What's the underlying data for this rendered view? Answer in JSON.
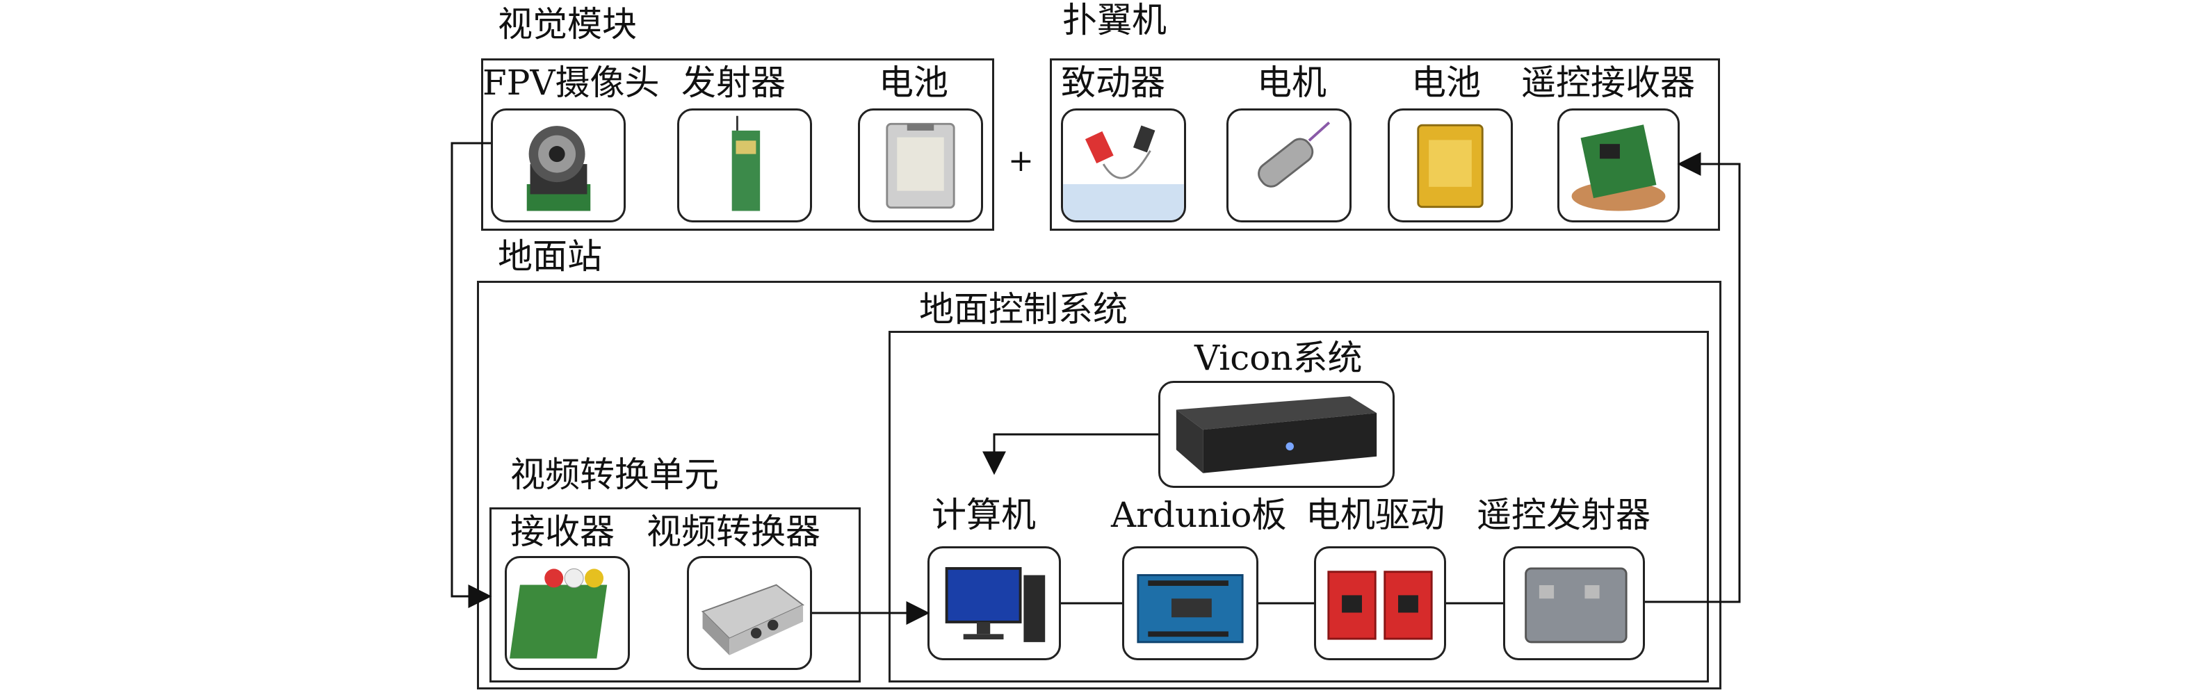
{
  "vision_module": {
    "title": "视觉模块",
    "camera": "FPV摄像头",
    "transmitter": "发射器",
    "battery": "电池"
  },
  "plus_sign": "+",
  "ornithopter": {
    "title": "扑翼机",
    "actuator": "致动器",
    "motor": "电机",
    "battery": "电池",
    "rc_receiver": "遥控接收器"
  },
  "ground_station": {
    "title": "地面站",
    "video_unit": {
      "title": "视频转换单元",
      "receiver": "接收器",
      "converter": "视频转换器"
    },
    "control_system": {
      "title": "地面控制系统",
      "vicon": "Vicon系统",
      "computer": "计算机",
      "arduino": "Ardunio板",
      "motor_driver": "电机驱动",
      "rc_transmitter": "遥控发射器"
    }
  }
}
